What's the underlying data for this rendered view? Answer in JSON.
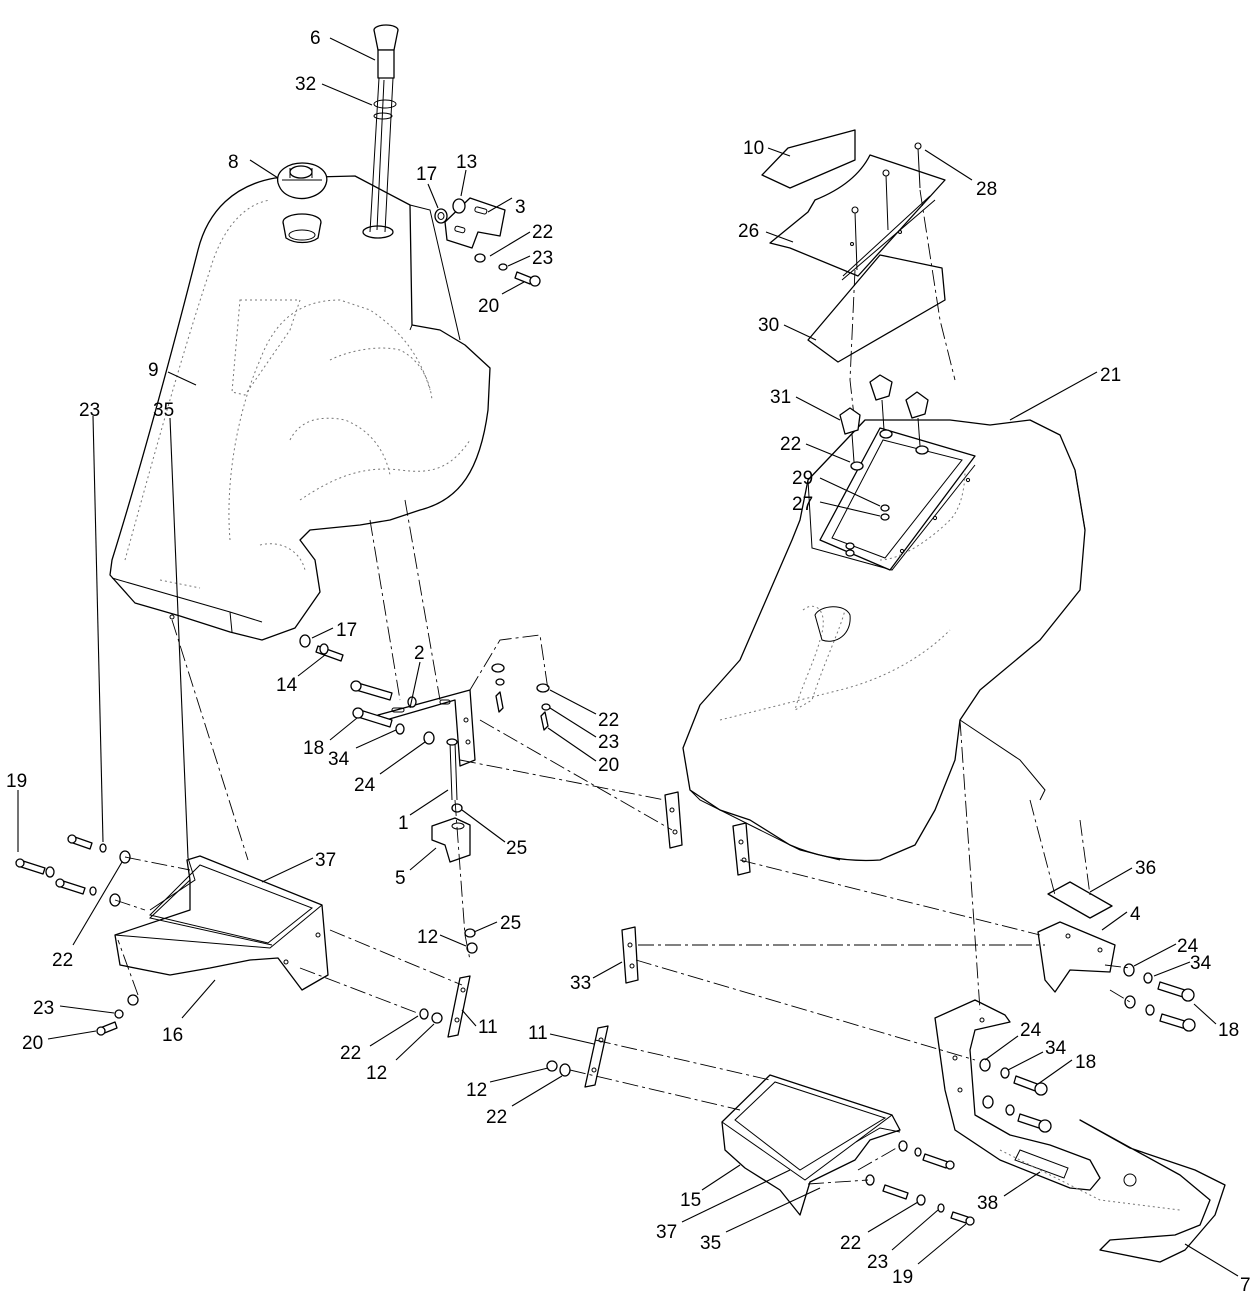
{
  "diagram": {
    "callouts": [
      {
        "key": "c6",
        "text": "6",
        "target": "dipstick-cap"
      },
      {
        "key": "c32",
        "text": "32",
        "target": "fuel-gauge-tube"
      },
      {
        "key": "c8",
        "text": "8",
        "target": "fuel-cap"
      },
      {
        "key": "c17a",
        "text": "17",
        "target": "grommet-top"
      },
      {
        "key": "c13",
        "text": "13",
        "target": "fitting-top"
      },
      {
        "key": "c3",
        "text": "3",
        "target": "bracket-top"
      },
      {
        "key": "c22a",
        "text": "22",
        "target": "washer-top"
      },
      {
        "key": "c23a",
        "text": "23",
        "target": "lockwasher-top"
      },
      {
        "key": "c20a",
        "text": "20",
        "target": "screw-top"
      },
      {
        "key": "c9",
        "text": "9",
        "target": "fuel-tank"
      },
      {
        "key": "c10",
        "text": "10",
        "target": "decal-plate"
      },
      {
        "key": "c28",
        "text": "28",
        "target": "screws-cover"
      },
      {
        "key": "c26",
        "text": "26",
        "target": "hinged-cover"
      },
      {
        "key": "c30",
        "text": "30",
        "target": "seal-strip"
      },
      {
        "key": "c21",
        "text": "21",
        "target": "console-housing"
      },
      {
        "key": "c31",
        "text": "31",
        "target": "knobs"
      },
      {
        "key": "c22b",
        "text": "22",
        "target": "washer-console"
      },
      {
        "key": "c29",
        "text": "29",
        "target": "lockwasher-console"
      },
      {
        "key": "c27",
        "text": "27",
        "target": "nut-console"
      },
      {
        "key": "c17b",
        "text": "17",
        "target": "grommet-lower"
      },
      {
        "key": "c14",
        "text": "14",
        "target": "fitting-lower"
      },
      {
        "key": "c2",
        "text": "2",
        "target": "bracket-center"
      },
      {
        "key": "c18a",
        "text": "18",
        "target": "bolt-center"
      },
      {
        "key": "c34a",
        "text": "34",
        "target": "lockwasher-center"
      },
      {
        "key": "c24a",
        "text": "24",
        "target": "washer-center"
      },
      {
        "key": "c22c",
        "text": "22",
        "target": "washer-right-center"
      },
      {
        "key": "c23c",
        "text": "23",
        "target": "lockwasher-right-center"
      },
      {
        "key": "c20c",
        "text": "20",
        "target": "screw-right-center"
      },
      {
        "key": "c1",
        "text": "1",
        "target": "bolt-pivot"
      },
      {
        "key": "c25a",
        "text": "25",
        "target": "washer-pivot"
      },
      {
        "key": "c5",
        "text": "5",
        "target": "pivot-block"
      },
      {
        "key": "c25b",
        "text": "25",
        "target": "washer-pivot-lower"
      },
      {
        "key": "c12a",
        "text": "12",
        "target": "nut-pivot"
      },
      {
        "key": "c19",
        "text": "19",
        "target": "bolts-left"
      },
      {
        "key": "c23d",
        "text": "23",
        "target": "lockwashers-left"
      },
      {
        "key": "c35a",
        "text": "35",
        "target": "shield-left"
      },
      {
        "key": "c37a",
        "text": "37",
        "target": "panel-left"
      },
      {
        "key": "c22d",
        "text": "22",
        "target": "washers-left"
      },
      {
        "key": "c23e",
        "text": "23",
        "target": "lockwasher-left-lower"
      },
      {
        "key": "c20d",
        "text": "20",
        "target": "screw-left-lower"
      },
      {
        "key": "c16",
        "text": "16",
        "target": "footrest-left"
      },
      {
        "key": "c22e",
        "text": "22",
        "target": "washer-left-strip"
      },
      {
        "key": "c12b",
        "text": "12",
        "target": "nut-left-strip"
      },
      {
        "key": "c11a",
        "text": "11",
        "target": "strip-left"
      },
      {
        "key": "c36",
        "text": "36",
        "target": "plate-right"
      },
      {
        "key": "c4",
        "text": "4",
        "target": "bracket-right"
      },
      {
        "key": "c24b",
        "text": "24",
        "target": "washer-right"
      },
      {
        "key": "c34b",
        "text": "34",
        "target": "lockwasher-right"
      },
      {
        "key": "c18b",
        "text": "18",
        "target": "bolt-right"
      },
      {
        "key": "c33",
        "text": "33",
        "target": "strip-lower-mid"
      },
      {
        "key": "c11b",
        "text": "11",
        "target": "strip-lower"
      },
      {
        "key": "c12c",
        "text": "12",
        "target": "nut-lower"
      },
      {
        "key": "c22f",
        "text": "22",
        "target": "washer-lower"
      },
      {
        "key": "c24c",
        "text": "24",
        "target": "washer-side-panel"
      },
      {
        "key": "c34c",
        "text": "34",
        "target": "lockwasher-side-panel"
      },
      {
        "key": "c18c",
        "text": "18",
        "target": "bolt-side-panel"
      },
      {
        "key": "c15",
        "text": "15",
        "target": "footrest-right"
      },
      {
        "key": "c37b",
        "text": "37",
        "target": "panel-right"
      },
      {
        "key": "c35b",
        "text": "35",
        "target": "shield-right"
      },
      {
        "key": "c38",
        "text": "38",
        "target": "side-panel"
      },
      {
        "key": "c22g",
        "text": "22",
        "target": "washer-bottom"
      },
      {
        "key": "c23g",
        "text": "23",
        "target": "lockwasher-bottom"
      },
      {
        "key": "c19b",
        "text": "19",
        "target": "bolt-bottom"
      },
      {
        "key": "c7",
        "text": "7",
        "target": "rear-panel"
      }
    ]
  }
}
